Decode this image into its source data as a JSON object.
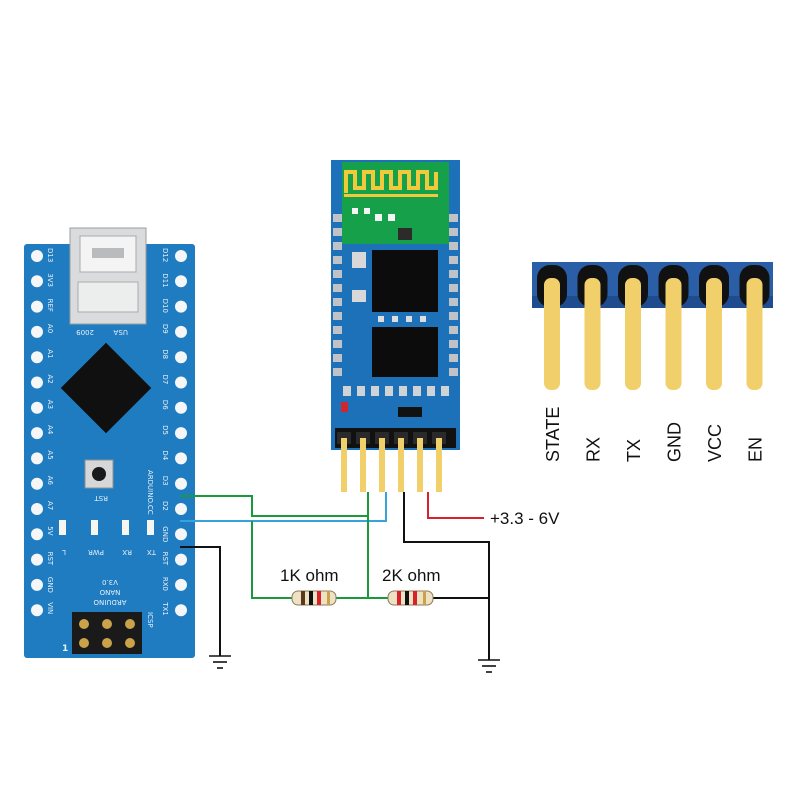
{
  "nano": {
    "left_pins": [
      "D13",
      "3V3",
      "REF",
      "A0",
      "A1",
      "A2",
      "A3",
      "A4",
      "A5",
      "A6",
      "A7",
      "5V",
      "RST",
      "GND",
      "VIN"
    ],
    "right_pins": [
      "D12",
      "D11",
      "D10",
      "D9",
      "D8",
      "D7",
      "D6",
      "D5",
      "D4",
      "D3",
      "D2",
      "GND",
      "RST",
      "RX0",
      "TX1"
    ],
    "usb_label": "USA",
    "year_label": "2009",
    "reset_label": "RST",
    "brand_label": "ARDUINO.CC",
    "led_labels": [
      "L",
      "PWR",
      "RX",
      "TX"
    ],
    "name_lines": [
      "ARDUINO",
      "NANO",
      "V3.0"
    ],
    "icsp_label": "ICSP",
    "icsp_pin1": "1"
  },
  "resistors": {
    "r1_label": "1K ohm",
    "r2_label": "2K ohm"
  },
  "supply_label": "+3.3 - 6V",
  "header_pins": [
    "STATE",
    "RX",
    "TX",
    "GND",
    "VCC",
    "EN"
  ],
  "colors": {
    "nano_board": "#1f7cc0",
    "bt_board": "#1d71b8",
    "bt_inner": "#17a04a",
    "wire_green": "#1a9a3a",
    "wire_blue": "#36a3dc",
    "wire_red": "#d8222a",
    "wire_black": "#111111",
    "pin_gold": "#f1cf6a",
    "header_base": "#2a5fa8"
  }
}
